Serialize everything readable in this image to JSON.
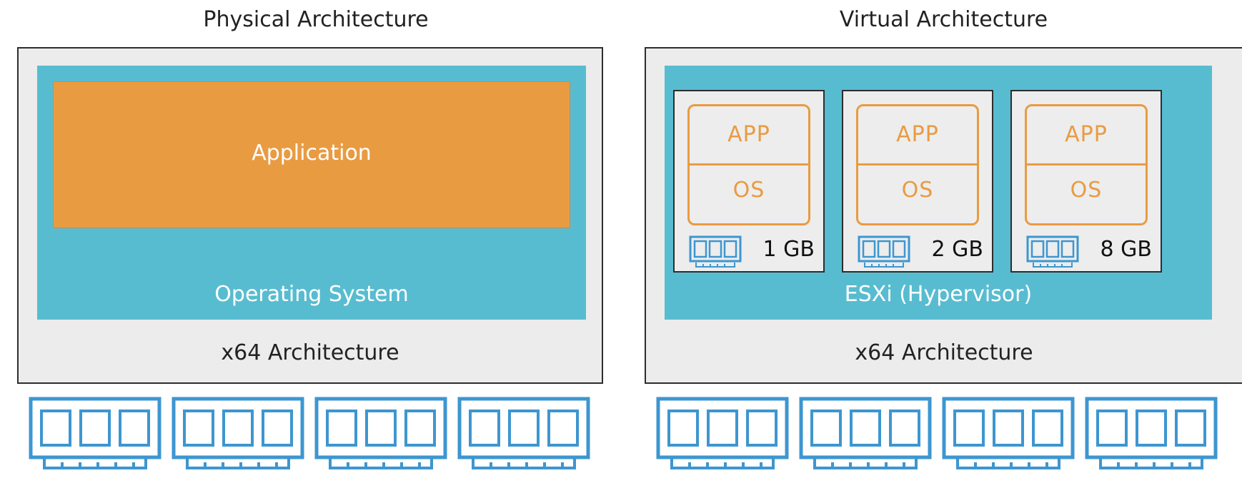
{
  "physical": {
    "title": "Physical Architecture",
    "application_label": "Application",
    "os_label": "Operating System",
    "arch_label": "x64 Architecture"
  },
  "virtual": {
    "title": "Virtual Architecture",
    "hypervisor_label": "ESXi (Hypervisor)",
    "arch_label": "x64 Architecture",
    "vms": [
      {
        "app": "APP",
        "os": "OS",
        "memory": "1 GB"
      },
      {
        "app": "APP",
        "os": "OS",
        "memory": "2 GB"
      },
      {
        "app": "APP",
        "os": "OS",
        "memory": "8 GB"
      }
    ]
  },
  "colors": {
    "os_layer": "#58bcd0",
    "application": "#e99b42",
    "box_background": "#ececec",
    "ram_icon": "#3d96d0",
    "border": "#2d2d2d"
  },
  "icons": {
    "ram_module": "ram-module-icon"
  }
}
